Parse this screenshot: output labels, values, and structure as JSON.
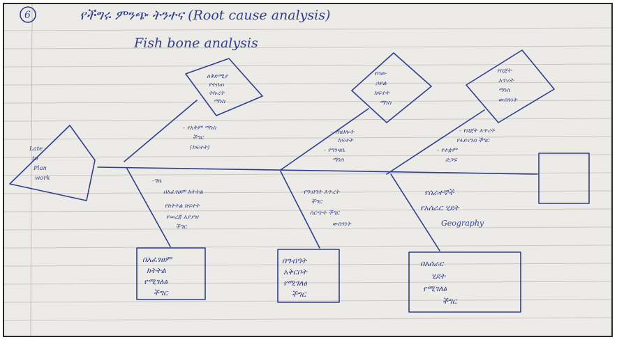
{
  "page": {
    "number": "6",
    "title": "የችግሩ ምንጭ ትንተና (Root cause analysis)",
    "subtitle": "Fish bone analysis"
  },
  "head": {
    "lines": [
      "Late",
      "to",
      "Plan",
      "work"
    ]
  },
  "top_boxes": [
    {
      "lines": [
        "ለቅድሚያ",
        "የተሰጠ",
        "ትኩረት",
        "ማነስ"
      ]
    },
    {
      "lines": [
        "የሰው",
        "ኃይል",
        "ክፍተት",
        "ማነስ"
      ]
    },
    {
      "lines": [
        "የበጀት",
        "እጥረት",
        "ማነስ",
        "ውስንነት"
      ]
    }
  ],
  "bottom_boxes": [
    {
      "lines": [
        "በአፈፃፀም",
        "ክትትል",
        "የሚገለፅ",
        "ችግር"
      ]
    },
    {
      "lines": [
        "በግብዓት",
        "አቅርቦት",
        "የሚገለፅ",
        "ችግር"
      ]
    },
    {
      "lines": [
        "በአሰራር",
        "ሂደት",
        "የሚገለፅ",
        "ችግር"
      ]
    }
  ],
  "notes": {
    "top_left": [
      "- የአቅም ማነስ",
      "ችግር",
      "(ክፍተት)"
    ],
    "top_mid": [
      "- የክህሎት",
      "ክፍተት",
      "- የግንዛቤ",
      "ማነስ"
    ],
    "top_right": [
      "- የበጀት እጥረት",
      "የፋይናንስ ችግር",
      "- የተቋም",
      "ድጋፍ"
    ],
    "bottom_left": [
      "-ግዜ",
      "በአፈፃፀም ክትትል",
      "የክትትል ክፍተት",
      "የመረጃ አያያዝ",
      "ችግር"
    ],
    "bottom_mid": [
      "-የግብዓት እጥረት",
      "ችግር",
      "ስርጭት ችግር",
      "ውስንነት"
    ],
    "bottom_right": [
      "የሰራተኞች",
      "የአሰራር ሂደት",
      "Geography"
    ]
  },
  "colors": {
    "ink": "#2e3f8f",
    "paper": "#ecebe7",
    "rule": "#c9c8c4"
  }
}
